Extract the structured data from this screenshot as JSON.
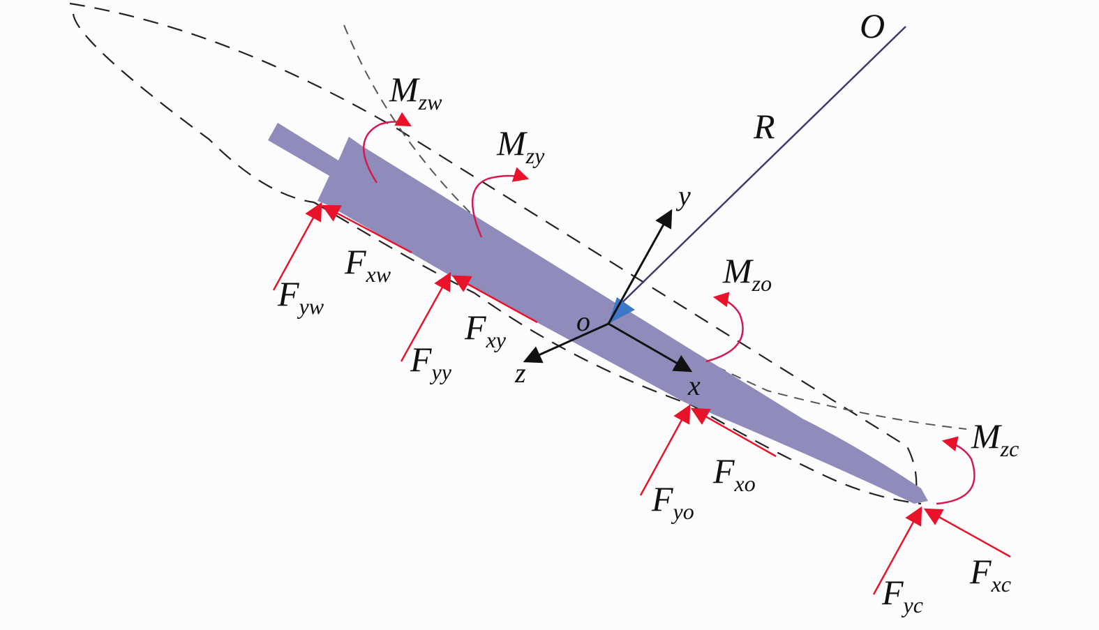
{
  "colors": {
    "background": "#fcfcfd",
    "body": "#8f8bbb",
    "force": "#e8132b",
    "moment": "#d6184e",
    "axis": "#1a1a1a",
    "origin_marker": "#3d78c8",
    "radius_line": "#3b3b6e",
    "dashed": "#222222"
  },
  "labels": {
    "center": "O",
    "radius": "R",
    "origin": "o",
    "x": "x",
    "y": "y",
    "z": "z"
  },
  "moments": [
    {
      "main": "M",
      "sub": "zw"
    },
    {
      "main": "M",
      "sub": "zy"
    },
    {
      "main": "M",
      "sub": "zo"
    },
    {
      "main": "M",
      "sub": "zc"
    }
  ],
  "forces": {
    "fxw": {
      "main": "F",
      "sub": "xw"
    },
    "fyw": {
      "main": "F",
      "sub": "yw"
    },
    "fxy": {
      "main": "F",
      "sub": "xy"
    },
    "fyy": {
      "main": "F",
      "sub": "yy"
    },
    "fxo": {
      "main": "F",
      "sub": "xo"
    },
    "fyo": {
      "main": "F",
      "sub": "yo"
    },
    "fxc": {
      "main": "F",
      "sub": "xc"
    },
    "fyc": {
      "main": "F",
      "sub": "yc"
    }
  }
}
